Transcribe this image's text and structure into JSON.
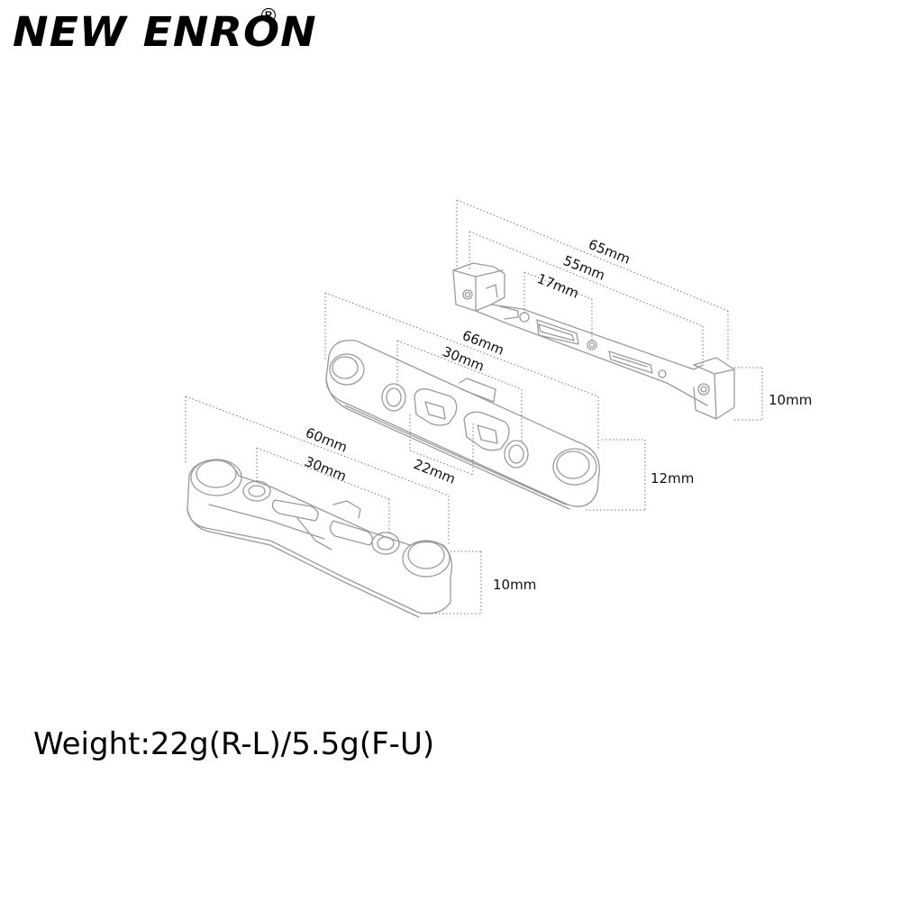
{
  "brand": {
    "name": "NEW ENRON",
    "registered": "®"
  },
  "dimensions": {
    "top_part": {
      "length_outer": "65mm",
      "length_inner": "55mm",
      "slot": "17mm",
      "height": "10mm"
    },
    "middle_part": {
      "length": "66mm",
      "hole_spacing": "30mm",
      "slot_spacing": "22mm",
      "height": "12mm"
    },
    "bottom_part": {
      "length": "60mm",
      "hole_spacing": "30mm",
      "height": "10mm"
    }
  },
  "weight": "Weight:22g(R-L)/5.5g(F-U)"
}
